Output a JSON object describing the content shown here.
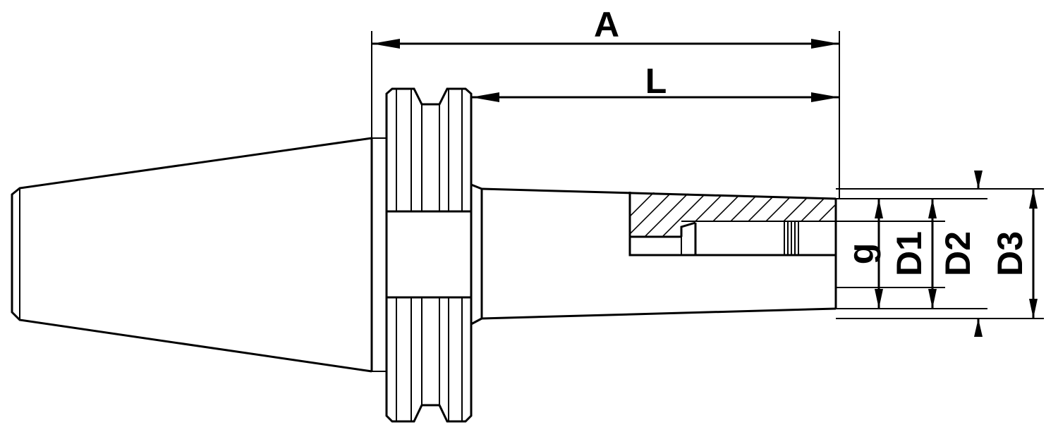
{
  "diagram": {
    "labels": {
      "A": "A",
      "L": "L",
      "g": "g",
      "D1": "D1",
      "D2": "D2",
      "D3": "D3"
    }
  }
}
